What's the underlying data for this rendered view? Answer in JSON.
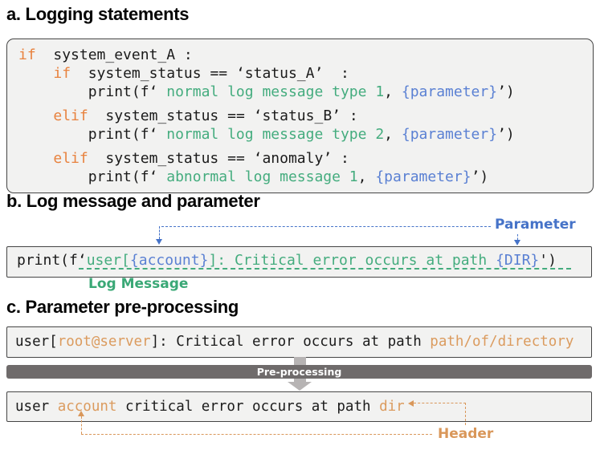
{
  "colors": {
    "keyword": "#e8823e",
    "code_text": "#1b1b1b",
    "green": "#44ac7e",
    "blue": "#5a80d3",
    "label_blue": "#4673c8",
    "label_green": "#3aa876",
    "orange_param": "#db9b5e",
    "label_orange": "#d9975a",
    "box_bg": "#f2f2f1",
    "box_border": "#454545",
    "bar_bg": "#6f6b6b",
    "arrow_gray": "#b7b4b4",
    "page_bg": "#ffffff"
  },
  "section_a": {
    "title": "a. Logging statements",
    "code_groups": [
      [
        [
          {
            "t": "if",
            "s": "k"
          },
          {
            "t": "  system_event_A :",
            "s": "d"
          }
        ],
        [
          {
            "t": "    ",
            "s": "d"
          },
          {
            "t": "if",
            "s": "k"
          },
          {
            "t": "  system_status == ‘status_A’  :",
            "s": "d"
          }
        ],
        [
          {
            "t": "        print(f‘ ",
            "s": "d"
          },
          {
            "t": "normal log message type 1",
            "s": "g"
          },
          {
            "t": ", ",
            "s": "d"
          },
          {
            "t": "{parameter}",
            "s": "b"
          },
          {
            "t": "’)",
            "s": "d"
          }
        ]
      ],
      [
        [
          {
            "t": "    ",
            "s": "d"
          },
          {
            "t": "elif",
            "s": "k"
          },
          {
            "t": "  system_status == ‘status_B’ :",
            "s": "d"
          }
        ],
        [
          {
            "t": "        print(f‘ ",
            "s": "d"
          },
          {
            "t": "normal log message type 2",
            "s": "g"
          },
          {
            "t": ", ",
            "s": "d"
          },
          {
            "t": "{parameter}",
            "s": "b"
          },
          {
            "t": "’)",
            "s": "d"
          }
        ]
      ],
      [
        [
          {
            "t": "    ",
            "s": "d"
          },
          {
            "t": "elif",
            "s": "k"
          },
          {
            "t": "  system_status == ‘anomaly’ :",
            "s": "d"
          }
        ],
        [
          {
            "t": "        print(f‘ ",
            "s": "d"
          },
          {
            "t": "abnormal log message 1",
            "s": "g"
          },
          {
            "t": ", ",
            "s": "d"
          },
          {
            "t": "{parameter}",
            "s": "b"
          },
          {
            "t": "’)",
            "s": "d"
          }
        ]
      ]
    ]
  },
  "section_b": {
    "title": "b. Log message and parameter",
    "parameter_label": "Parameter",
    "log_message_label": "Log Message",
    "code": [
      {
        "t": "print(f‘",
        "s": "d"
      },
      {
        "t": "user[",
        "s": "g"
      },
      {
        "t": "{account}",
        "s": "b"
      },
      {
        "t": "]: Critical error occurs at path ",
        "s": "g"
      },
      {
        "t": "{DIR}",
        "s": "b"
      },
      {
        "t": "')",
        "s": "d"
      }
    ]
  },
  "section_c": {
    "title": "c. Parameter pre-processing",
    "input_line": [
      {
        "t": "user[",
        "s": "d"
      },
      {
        "t": "root@server",
        "s": "o"
      },
      {
        "t": "]: Critical error occurs at path ",
        "s": "d"
      },
      {
        "t": "path/of/directory",
        "s": "o"
      }
    ],
    "preprocessing_label": "Pre-processing",
    "output_line": [
      {
        "t": "user ",
        "s": "d"
      },
      {
        "t": "account",
        "s": "o"
      },
      {
        "t": " critical error occurs at path ",
        "s": "d"
      },
      {
        "t": "dir",
        "s": "o"
      }
    ],
    "header_label": "Header"
  }
}
